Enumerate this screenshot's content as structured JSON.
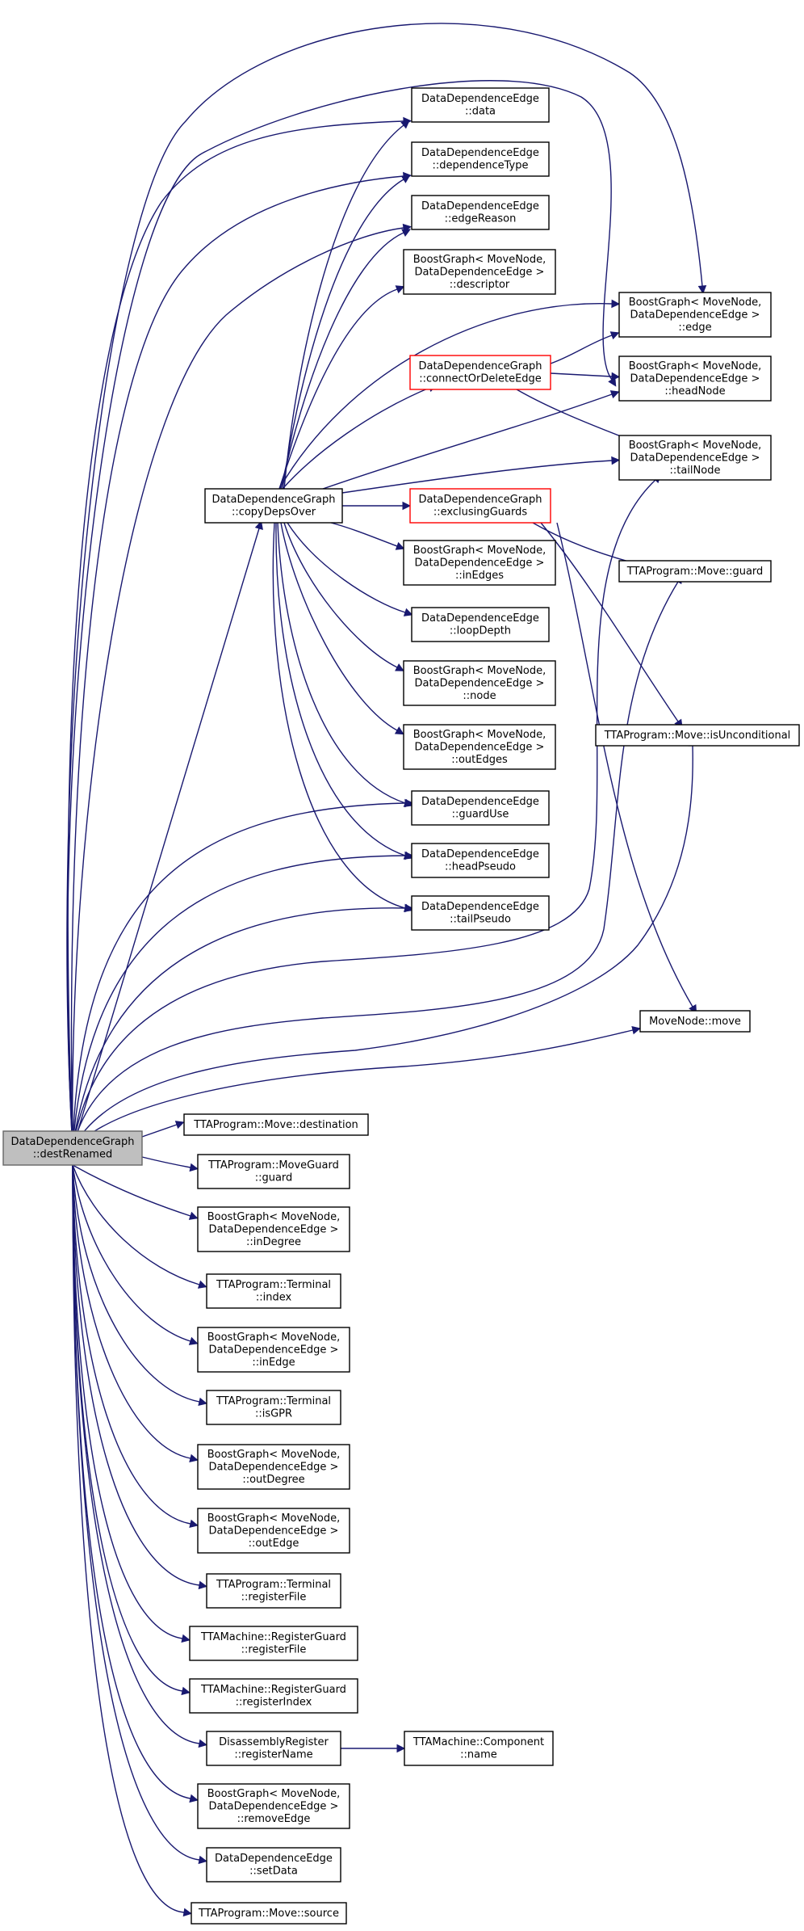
{
  "colors": {
    "edge": "#191970",
    "root_fill": "#bfbfbf",
    "highlight_border": "#ff0000"
  },
  "nodes": [
    {
      "id": "destRenamed",
      "lines": [
        "DataDependenceGraph",
        "::destRenamed"
      ],
      "style": "root"
    },
    {
      "id": "copyDepsOver",
      "lines": [
        "DataDependenceGraph",
        "::copyDepsOver"
      ]
    },
    {
      "id": "dde_data",
      "lines": [
        "DataDependenceEdge",
        "::data"
      ]
    },
    {
      "id": "dde_depType",
      "lines": [
        "DataDependenceEdge",
        "::dependenceType"
      ]
    },
    {
      "id": "dde_edgeReason",
      "lines": [
        "DataDependenceEdge",
        "::edgeReason"
      ]
    },
    {
      "id": "bg_descriptor",
      "lines": [
        "BoostGraph< MoveNode,",
        "DataDependenceEdge >",
        "::descriptor"
      ]
    },
    {
      "id": "ddg_connect",
      "lines": [
        "DataDependenceGraph",
        "::connectOrDeleteEdge"
      ],
      "style": "red"
    },
    {
      "id": "ddg_exclusing",
      "lines": [
        "DataDependenceGraph",
        "::exclusingGuards"
      ],
      "style": "red"
    },
    {
      "id": "bg_inEdges",
      "lines": [
        "BoostGraph< MoveNode,",
        "DataDependenceEdge >",
        "::inEdges"
      ]
    },
    {
      "id": "dde_loopDepth",
      "lines": [
        "DataDependenceEdge",
        "::loopDepth"
      ]
    },
    {
      "id": "bg_node",
      "lines": [
        "BoostGraph< MoveNode,",
        "DataDependenceEdge >",
        "::node"
      ]
    },
    {
      "id": "bg_outEdges",
      "lines": [
        "BoostGraph< MoveNode,",
        "DataDependenceEdge >",
        "::outEdges"
      ]
    },
    {
      "id": "dde_guardUse",
      "lines": [
        "DataDependenceEdge",
        "::guardUse"
      ]
    },
    {
      "id": "dde_headPseudo",
      "lines": [
        "DataDependenceEdge",
        "::headPseudo"
      ]
    },
    {
      "id": "dde_tailPseudo",
      "lines": [
        "DataDependenceEdge",
        "::tailPseudo"
      ]
    },
    {
      "id": "bg_edge",
      "lines": [
        "BoostGraph< MoveNode,",
        "DataDependenceEdge >",
        "::edge"
      ]
    },
    {
      "id": "bg_headNode",
      "lines": [
        "BoostGraph< MoveNode,",
        "DataDependenceEdge >",
        "::headNode"
      ]
    },
    {
      "id": "bg_tailNode",
      "lines": [
        "BoostGraph< MoveNode,",
        "DataDependenceEdge >",
        "::tailNode"
      ]
    },
    {
      "id": "move_guard",
      "lines": [
        "TTAProgram::Move::guard"
      ]
    },
    {
      "id": "move_isUncond",
      "lines": [
        "TTAProgram::Move::isUnconditional"
      ]
    },
    {
      "id": "movenode_move",
      "lines": [
        "MoveNode::move"
      ]
    },
    {
      "id": "move_destination",
      "lines": [
        "TTAProgram::Move::destination"
      ]
    },
    {
      "id": "moveguard_guard",
      "lines": [
        "TTAProgram::MoveGuard",
        "::guard"
      ]
    },
    {
      "id": "bg_inDegree",
      "lines": [
        "BoostGraph< MoveNode,",
        "DataDependenceEdge >",
        "::inDegree"
      ]
    },
    {
      "id": "term_index",
      "lines": [
        "TTAProgram::Terminal",
        "::index"
      ]
    },
    {
      "id": "bg_inEdge",
      "lines": [
        "BoostGraph< MoveNode,",
        "DataDependenceEdge >",
        "::inEdge"
      ]
    },
    {
      "id": "term_isGPR",
      "lines": [
        "TTAProgram::Terminal",
        "::isGPR"
      ]
    },
    {
      "id": "bg_outDegree",
      "lines": [
        "BoostGraph< MoveNode,",
        "DataDependenceEdge >",
        "::outDegree"
      ]
    },
    {
      "id": "bg_outEdge",
      "lines": [
        "BoostGraph< MoveNode,",
        "DataDependenceEdge >",
        "::outEdge"
      ]
    },
    {
      "id": "term_registerFile",
      "lines": [
        "TTAProgram::Terminal",
        "::registerFile"
      ]
    },
    {
      "id": "rg_registerFile",
      "lines": [
        "TTAMachine::RegisterGuard",
        "::registerFile"
      ]
    },
    {
      "id": "rg_registerIndex",
      "lines": [
        "TTAMachine::RegisterGuard",
        "::registerIndex"
      ]
    },
    {
      "id": "dr_registerName",
      "lines": [
        "DisassemblyRegister",
        "::registerName"
      ]
    },
    {
      "id": "comp_name",
      "lines": [
        "TTAMachine::Component",
        "::name"
      ]
    },
    {
      "id": "bg_removeEdge",
      "lines": [
        "BoostGraph< MoveNode,",
        "DataDependenceEdge >",
        "::removeEdge"
      ]
    },
    {
      "id": "dde_setData",
      "lines": [
        "DataDependenceEdge",
        "::setData"
      ]
    },
    {
      "id": "move_source",
      "lines": [
        "TTAProgram::Move::source"
      ]
    }
  ]
}
